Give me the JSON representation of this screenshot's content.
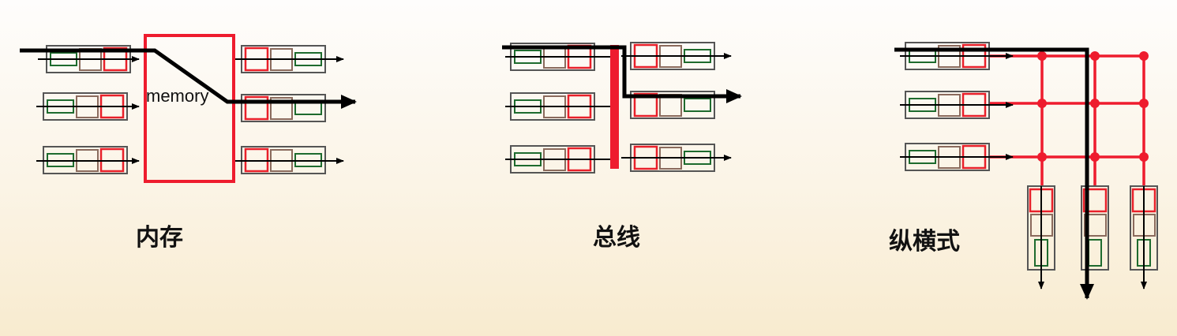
{
  "diagram": {
    "memory": {
      "box_label": "memory",
      "caption": "内存"
    },
    "bus": {
      "caption": "总线"
    },
    "crossbar": {
      "caption": "纵横式"
    }
  },
  "colors": {
    "fabric_red": "#ee1c2e",
    "packet_red": "#e8202a",
    "packet_brown": "#8a6a5c",
    "packet_green": "#1e6b2e",
    "port_border": "#555555",
    "path": "#000000"
  }
}
